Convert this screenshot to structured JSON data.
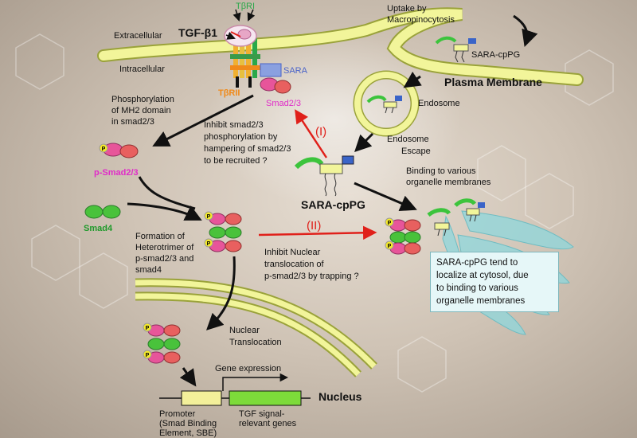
{
  "labels": {
    "tbri": "TβRI",
    "tgf_b1": "TGF-β1",
    "extracellular": "Extracellular",
    "intracellular": "Intracellular",
    "tbrii": "TβRII",
    "sara": "SARA",
    "smad23": "Smad2/3",
    "uptake": [
      "Uptake by",
      "Macropinocytosis"
    ],
    "sara_cppg_top": "SARA-cpPG",
    "plasma_membrane": "Plasma Membrane",
    "endosome": "Endosome",
    "endosome_escape": [
      "Endosome",
      "Escape"
    ],
    "phospho": [
      "Phosphorylation",
      "of MH2 domain",
      "in smad2/3"
    ],
    "inhibit1": [
      "Inhibit smad2/3",
      "phosphorylation by",
      "hampering of smad2/3",
      "to be recruited ?"
    ],
    "step_I": "(I)",
    "p_smad23": "p-Smad2/3",
    "sara_cppg": "SARA-cpPG",
    "binding": [
      "Binding to various",
      "organelle membranes"
    ],
    "smad4": "Smad4",
    "formation": [
      "Formation of",
      "Heterotrimer of",
      "p-smad2/3 and",
      "smad4"
    ],
    "step_II": "(II)",
    "inhibit2": [
      "Inhibit Nuclear",
      "translocation of",
      "p-smad2/3 by trapping ?"
    ],
    "callout": [
      "SARA-cpPG tend to",
      "localize at cytosol, due",
      "to binding to various",
      "organelle membranes"
    ],
    "nuclear_translocation": [
      "Nuclear",
      "Translocation"
    ],
    "gene_expression": "Gene expression",
    "nucleus": "Nucleus",
    "promoter": [
      "Promoter",
      "(Smad Binding",
      "Element, SBE)"
    ],
    "tgf_genes": [
      "TGF signal-",
      "relevant genes"
    ],
    "p_mark": "P"
  },
  "colors": {
    "membrane": "#f2f59a",
    "membrane_edge": "#9aa23a",
    "smad23": "#e7559a",
    "smad23_label": "#e02cc8",
    "smad4": "#49c23b",
    "smad4_label": "#1e9a2a",
    "partner": "#e8605f",
    "phospho": "#f5ea2b",
    "tbri_label": "#2aa84a",
    "tbrii_label": "#f08a1a",
    "sara_label": "#4a63c8",
    "red_arrow": "#e0201a",
    "organelle": "#8ed7dc",
    "cppg_green": "#3cc43c",
    "cppg_blue": "#3a64c8",
    "gene_box": "#7ddb3a",
    "promoter_box": "#f3f09a"
  },
  "icons": [
    "tgf-b1-ligand-icon",
    "receptor-complex-icon",
    "sara-protein-icon",
    "sara-cppg-icon",
    "smad-protein-icon",
    "phosphate-icon",
    "endosome-icon",
    "organelle-icon",
    "dna-icon"
  ]
}
